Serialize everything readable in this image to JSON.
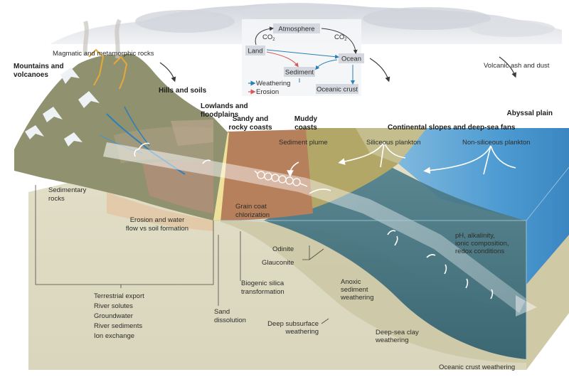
{
  "title": "Sediment weathering and erosion across the land–ocean continuum",
  "colors": {
    "weathering": "#2a7fb5",
    "erosion": "#d6585a",
    "ocean_deep": "#3d6f80",
    "ocean_surface": "#5aa7d8",
    "ground": "#dedbc6",
    "mountain": "#8c8f6e",
    "soil_band": "#b39078",
    "sediment_plume": "#b9825f",
    "slope": "#a89a5a",
    "box_fill": "#d5d8df"
  },
  "cycle": {
    "nodes": {
      "atmosphere": "Atmosphere",
      "land": "Land",
      "ocean": "Ocean",
      "sediment": "Sediment",
      "oceanic_crust": "Oceanic crust"
    },
    "co2_left": "CO",
    "co2_right": "CO",
    "co2_sub": "2",
    "legend": [
      {
        "label": "Weathering",
        "color": "#2a7fb5"
      },
      {
        "label": "Erosion",
        "color": "#d6585a"
      }
    ]
  },
  "top_labels": {
    "magmatic": "Magmatic and metamorphic rocks",
    "volcanic_ash": "Volcanic ash and dust"
  },
  "regions": {
    "mountains_1": "Mountains and",
    "mountains_2": "volcanoes",
    "hills": "Hills and soils",
    "lowlands_1": "Lowlands and",
    "lowlands_2": "floodplains",
    "sandy_1": "Sandy and",
    "sandy_2": "rocky coasts",
    "muddy_1": "Muddy",
    "muddy_2": "coasts",
    "continental": "Continental slopes and deep-sea fans",
    "abyssal": "Abyssal plain"
  },
  "features": {
    "sediment_plume": "Sediment plume",
    "siliceous": "Siliceous plankton",
    "non_siliceous": "Non-siliceous plankton",
    "sedimentary_1": "Sedimentary",
    "sedimentary_2": "rocks",
    "erosion_1": "Erosion and water",
    "erosion_2": "flow vs soil formation",
    "grain_1": "Grain coat",
    "grain_2": "chlorization",
    "odinite": "Odinite",
    "glauconite": "Glauconite",
    "ph_1": "pH, alkalinity,",
    "ph_2": "ionic composition,",
    "ph_3": "redox conditions",
    "biogenic_1": "Biogenic silica",
    "biogenic_2": "transformation",
    "anoxic_1": "Anoxic",
    "anoxic_2": "sediment",
    "anoxic_3": "weathering",
    "sand_1": "Sand",
    "sand_2": "dissolution",
    "deep_sub_1": "Deep subsurface",
    "deep_sub_2": "weathering",
    "deep_clay_1": "Deep-sea clay",
    "deep_clay_2": "weathering",
    "oceanic_crust_w": "Oceanic crust weathering"
  },
  "terrestrial_export": [
    "Terrestrial export",
    "River solutes",
    "Groundwater",
    "River sediments",
    "Ion exchange"
  ]
}
